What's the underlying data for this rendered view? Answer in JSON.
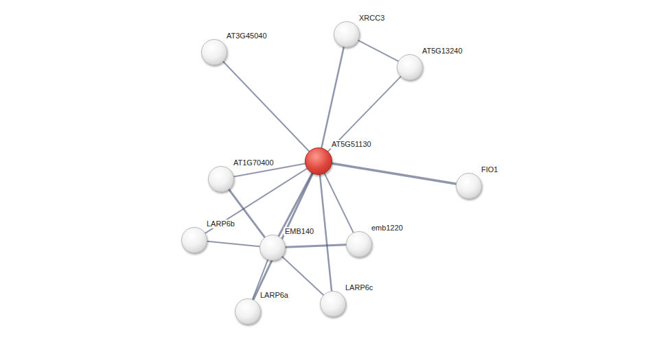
{
  "diagram": {
    "nodes": [
      {
        "text": [
          "XRCC3"
        ]
      },
      {
        "text": [
          "AT3G45040"
        ]
      },
      {
        "text": [
          "AT5G13240"
        ]
      },
      {
        "text": [
          "AT5G51130"
        ]
      },
      {
        "text": [
          "AT1G70400"
        ]
      },
      {
        "text": [
          "FIO1"
        ]
      },
      {
        "text": [
          "LARP6b"
        ]
      },
      {
        "text": [
          "EMB140"
        ]
      },
      {
        "text": [
          "emb1220"
        ]
      },
      {
        "text": [
          "LARP6c"
        ]
      },
      {
        "text": [
          "LARP6a"
        ]
      }
    ],
    "edges": [
      {
        "from": 3,
        "to": 0,
        "arrow": "none"
      },
      {
        "from": 3,
        "to": 1,
        "arrow": "none"
      },
      {
        "from": 3,
        "to": 2,
        "arrow": "none"
      },
      {
        "from": 0,
        "to": 2,
        "arrow": "none"
      },
      {
        "from": 3,
        "to": 4,
        "arrow": "none"
      },
      {
        "from": 3,
        "to": 5,
        "arrow": "none"
      },
      {
        "from": 3,
        "to": 6,
        "arrow": "none"
      },
      {
        "from": 3,
        "to": 7,
        "arrow": "none"
      },
      {
        "from": 3,
        "to": 8,
        "arrow": "none"
      },
      {
        "from": 3,
        "to": 9,
        "arrow": "none"
      },
      {
        "from": 3,
        "to": 10,
        "arrow": "none"
      },
      {
        "from": 4,
        "to": 7,
        "arrow": "none"
      },
      {
        "from": 6,
        "to": 7,
        "arrow": "none"
      },
      {
        "from": 7,
        "to": 8,
        "arrow": "none"
      },
      {
        "from": 7,
        "to": 10,
        "arrow": "none"
      },
      {
        "from": 7,
        "to": 9,
        "arrow": "none"
      }
    ]
  }
}
